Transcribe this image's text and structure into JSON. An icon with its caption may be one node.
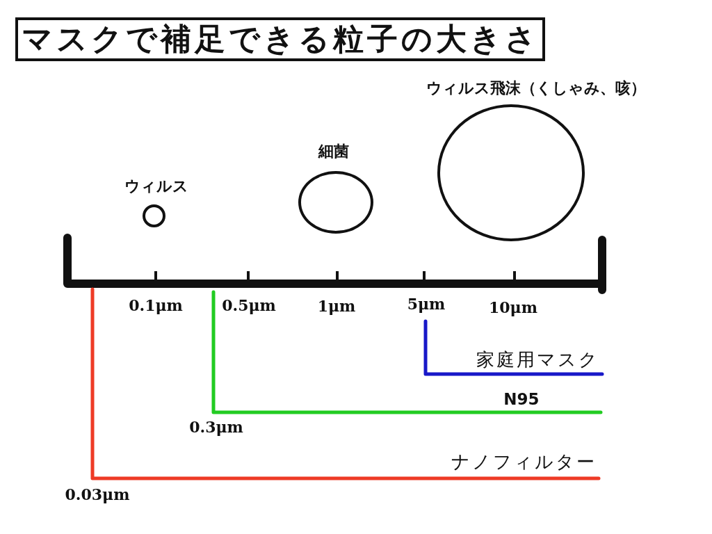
{
  "diagram": {
    "title": "マスクで補足できる粒子の大きさ",
    "nodes": [
      {
        "text": [
          "ウィルス"
        ]
      },
      {
        "text": [
          "細菌"
        ]
      },
      {
        "text": [
          "ウィルス飛沫（くしゃみ、咳）"
        ]
      }
    ],
    "labels": [
      "0.1μm",
      "0.5μm",
      "1μm",
      "5μm",
      "10μm",
      "家庭用マスク",
      "N95",
      "0.3μm",
      "ナノフィルター",
      "0.03μm"
    ]
  }
}
